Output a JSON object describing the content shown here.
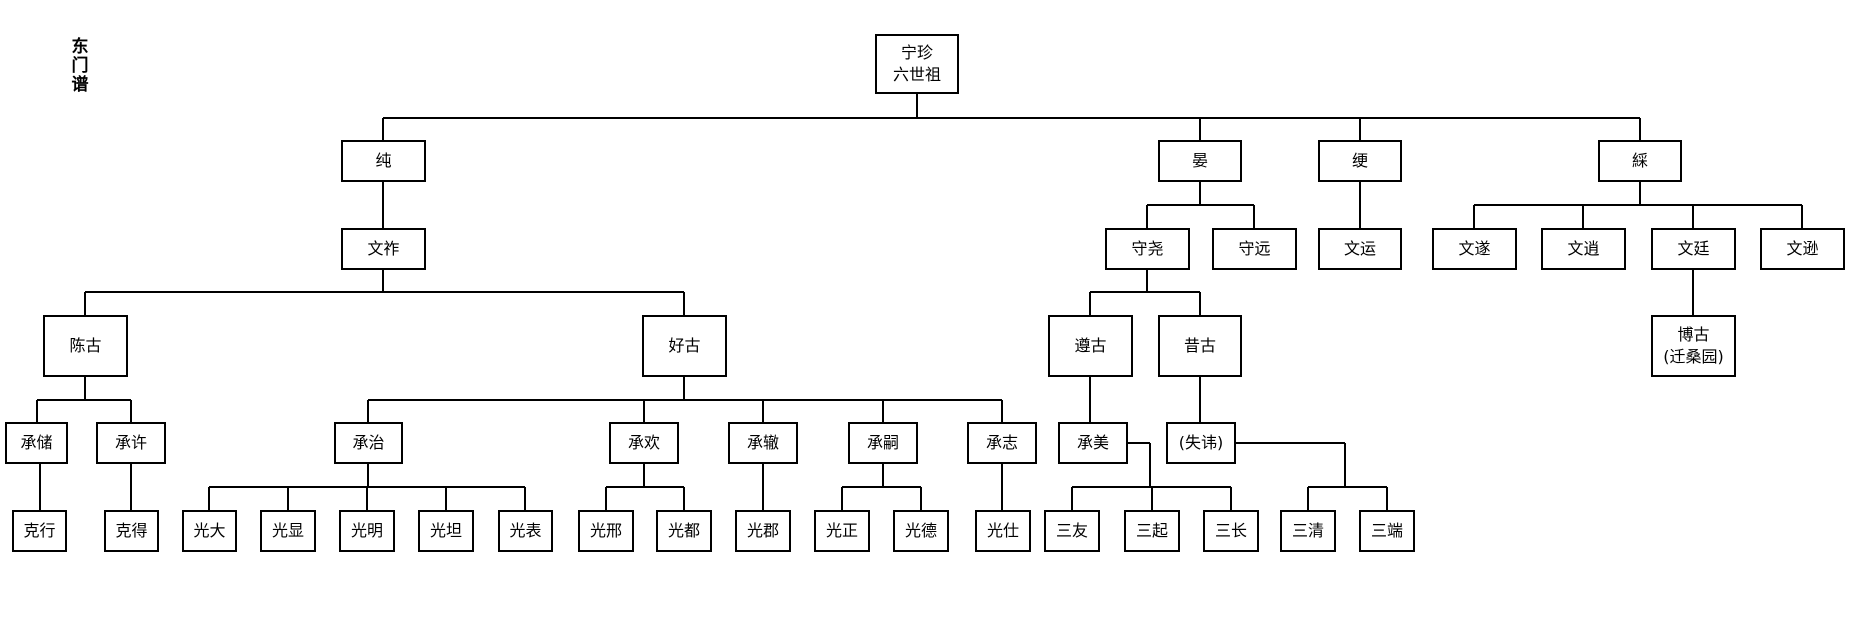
{
  "title": [
    "东",
    "门",
    "谱"
  ],
  "nodes": {
    "root": [
      "宁珍",
      "六世祖"
    ],
    "chun": [
      "纯"
    ],
    "yan": [
      "晏"
    ],
    "geng": [
      "绠"
    ],
    "cai": [
      "綵"
    ],
    "wenzuo": [
      "文祚"
    ],
    "shouyao": [
      "守尧"
    ],
    "shouyuan": [
      "守远"
    ],
    "wenyun": [
      "文运"
    ],
    "wensui": [
      "文遂"
    ],
    "wenxiao": [
      "文逍"
    ],
    "wenting": [
      "文廷"
    ],
    "wenxun": [
      "文逊"
    ],
    "chengu": [
      "陈古"
    ],
    "haogu": [
      "好古"
    ],
    "zungu": [
      "遵古"
    ],
    "xigu": [
      "昔古"
    ],
    "bogu": [
      "博古",
      "(迁桑园)"
    ],
    "chengchu": [
      "承储"
    ],
    "chengxu": [
      "承许"
    ],
    "chengzhi": [
      "承治"
    ],
    "chenghuan": [
      "承欢"
    ],
    "chengche": [
      "承辙"
    ],
    "chengsi": [
      "承嗣"
    ],
    "chengzhi2": [
      "承志"
    ],
    "chengmei": [
      "承美"
    ],
    "shihui": [
      "(失讳)"
    ],
    "kexing": [
      "克行"
    ],
    "kede": [
      "克得"
    ],
    "guangda": [
      "光大"
    ],
    "guangxian": [
      "光显"
    ],
    "guangming": [
      "光明"
    ],
    "guangtan": [
      "光坦"
    ],
    "guangbiao": [
      "光表"
    ],
    "guangxing": [
      "光邢"
    ],
    "guangdu": [
      "光都"
    ],
    "guangjun": [
      "光郡"
    ],
    "guangzheng": [
      "光正"
    ],
    "guangde": [
      "光德"
    ],
    "guangshi": [
      "光仕"
    ],
    "sanyou": [
      "三友"
    ],
    "sanqi": [
      "三起"
    ],
    "sanchang": [
      "三长"
    ],
    "sanqing": [
      "三清"
    ],
    "sanduan": [
      "三端"
    ]
  }
}
